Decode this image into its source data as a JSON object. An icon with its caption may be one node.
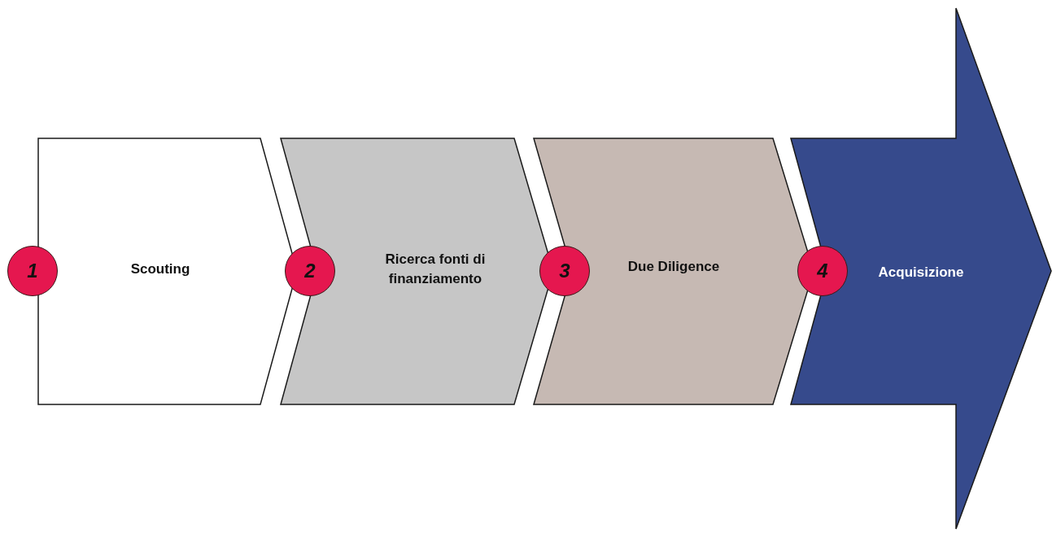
{
  "diagram": {
    "nodes": [
      {
        "text": [
          "1"
        ]
      },
      {
        "text": [
          "Scouting"
        ]
      },
      {
        "text": [
          "2"
        ]
      },
      {
        "text": [
          "Ricerca fonti di finanziamento"
        ]
      },
      {
        "text": [
          "3"
        ]
      },
      {
        "text": [
          "Due Diligence"
        ]
      },
      {
        "text": [
          "4"
        ]
      },
      {
        "text": [
          "Acquisizione"
        ]
      }
    ]
  }
}
